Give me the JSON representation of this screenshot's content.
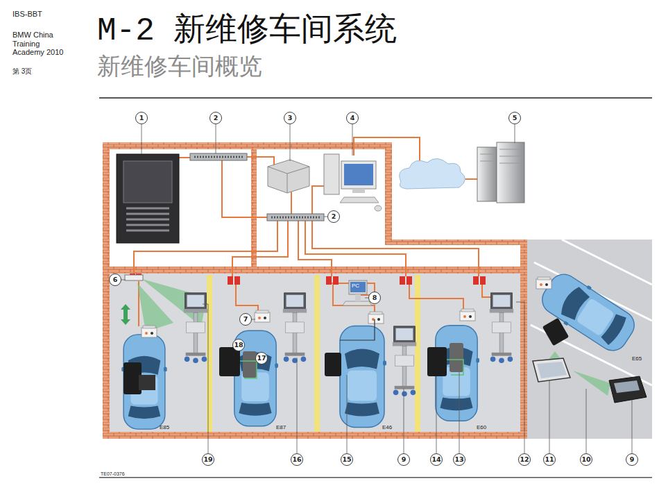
{
  "diagram": {
    "title": "M-2 新维修车间系统",
    "nodes": [
      {
        "text": [
          "1"
        ]
      },
      {
        "text": [
          "2"
        ]
      },
      {
        "text": [
          "3"
        ]
      },
      {
        "text": [
          "4"
        ]
      },
      {
        "text": [
          "5"
        ]
      },
      {
        "text": [
          "2"
        ]
      },
      {
        "text": [
          "6"
        ]
      },
      {
        "text": [
          "8"
        ]
      },
      {
        "text": [
          "7"
        ]
      },
      {
        "text": [
          "18"
        ]
      },
      {
        "text": [
          "17"
        ]
      },
      {
        "text": [
          "19"
        ]
      },
      {
        "text": [
          "16"
        ]
      },
      {
        "text": [
          "15"
        ]
      },
      {
        "text": [
          "9"
        ]
      },
      {
        "text": [
          "14"
        ]
      },
      {
        "text": [
          "13"
        ]
      },
      {
        "text": [
          "12"
        ]
      },
      {
        "text": [
          "11"
        ]
      },
      {
        "text": [
          "10"
        ]
      },
      {
        "text": [
          "9"
        ]
      }
    ],
    "labels": [
      "IBS-BBT",
      "BMW China Training Academy 2010",
      "第 3页",
      "新维修车间概览",
      "PC",
      "E85",
      "E87",
      "E46",
      "E60",
      "E65",
      "TE07-0376"
    ]
  }
}
